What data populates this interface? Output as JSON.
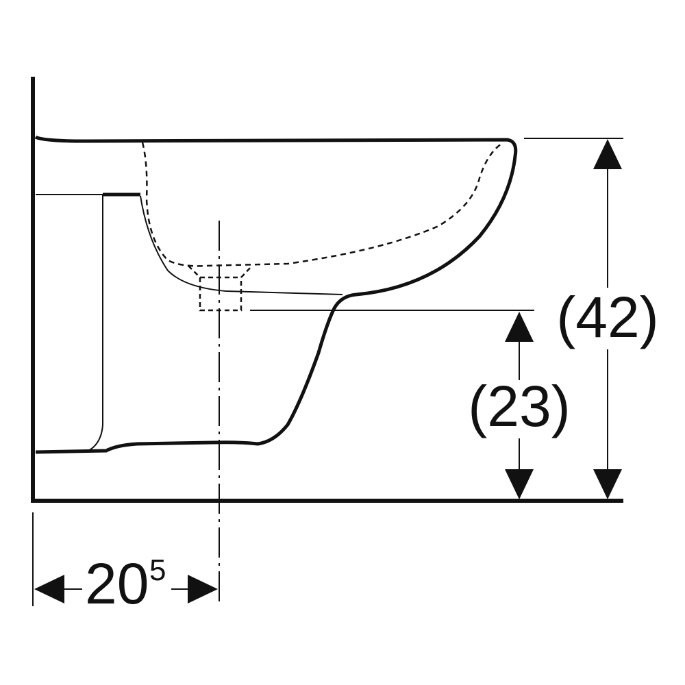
{
  "dimensions": {
    "height_total": "(42)",
    "outlet_height": "(23)",
    "axis_distance": {
      "main": "20",
      "superscript": "5"
    }
  },
  "colors": {
    "line": "#111111",
    "background": "#ffffff"
  }
}
